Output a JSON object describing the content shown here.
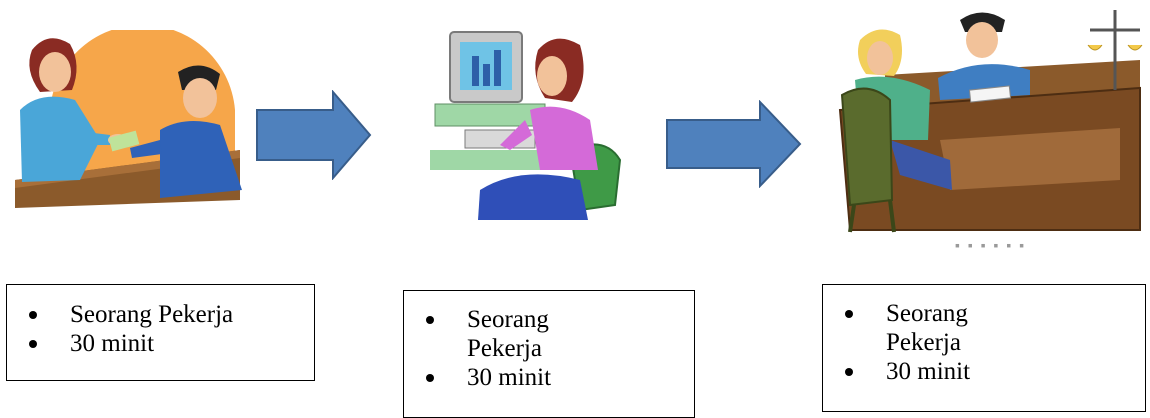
{
  "stages": [
    {
      "id": "stage-1",
      "items": [
        "Seorang Pekerja",
        "30 minit"
      ]
    },
    {
      "id": "stage-2",
      "items": [
        "Seorang Pekerja",
        "30 minit"
      ]
    },
    {
      "id": "stage-3",
      "items": [
        "Seorang Pekerja",
        "30 minit"
      ]
    }
  ],
  "colors": {
    "arrow_fill": "#4f81bd",
    "arrow_stroke": "#385d8a"
  }
}
